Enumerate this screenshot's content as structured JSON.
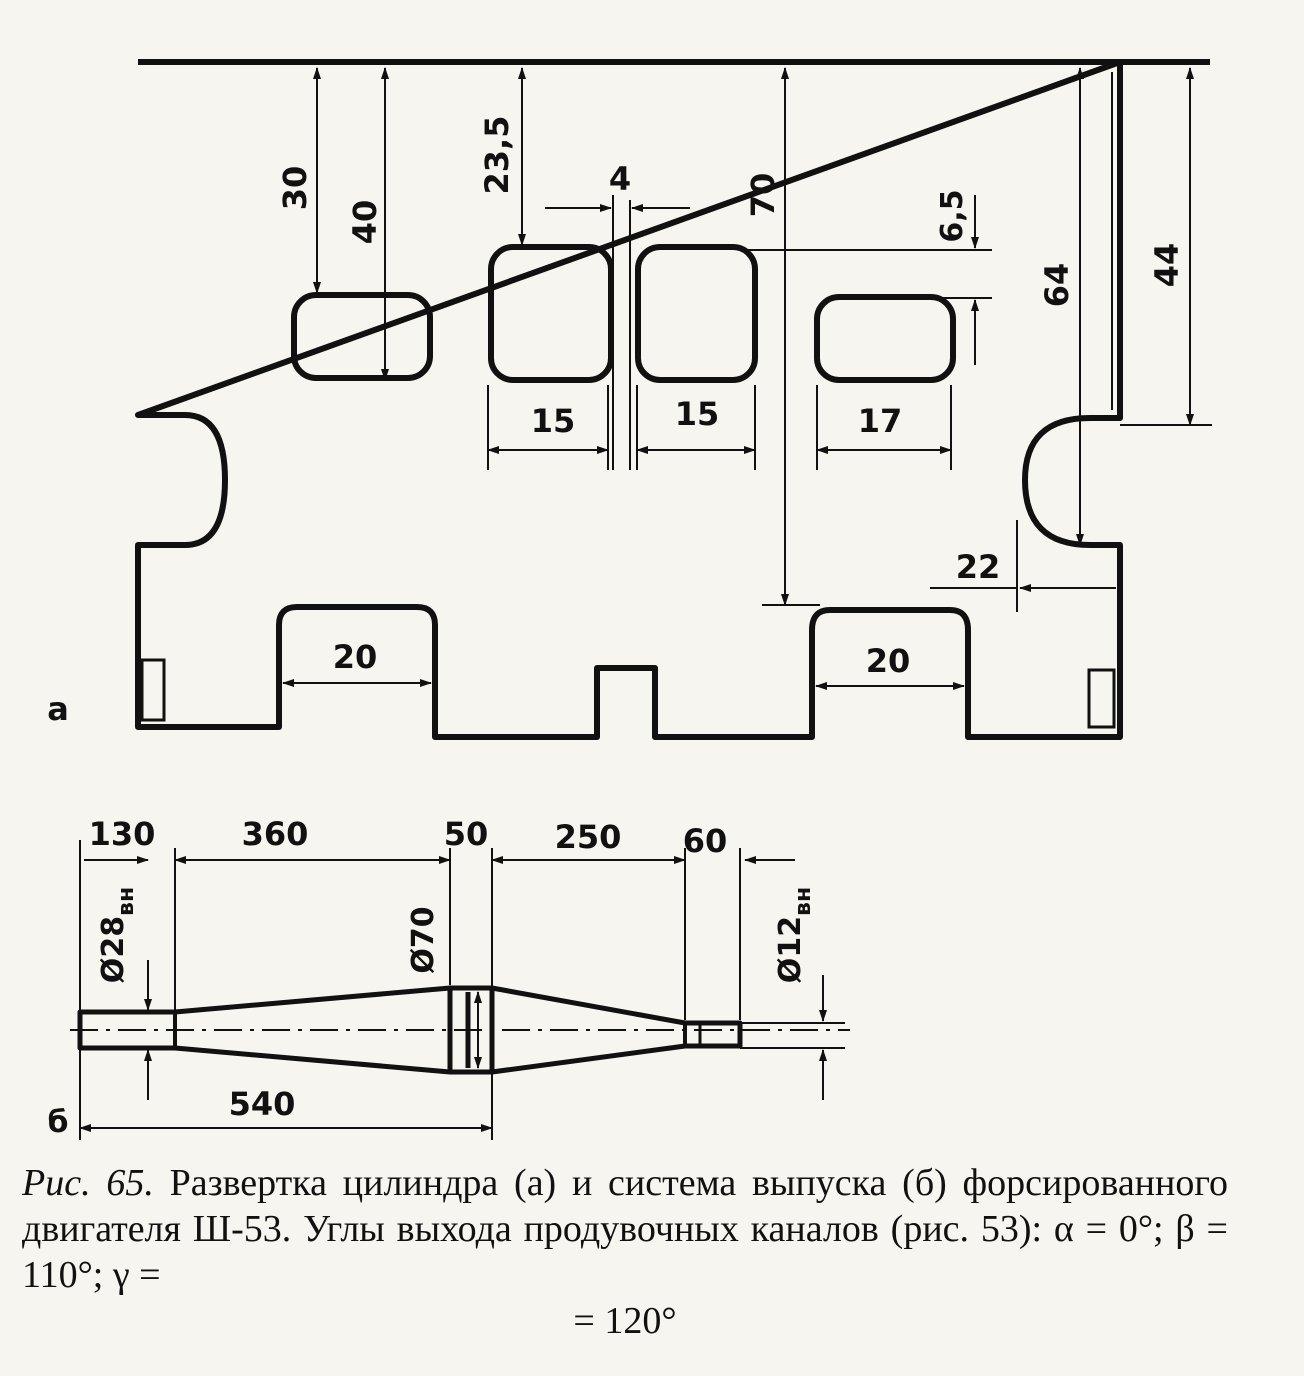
{
  "figure": {
    "part_a_label": "а",
    "part_b_label": "б",
    "part_a_dims": {
      "d30": "30",
      "d40": "40",
      "d23_5": "23,5",
      "d4": "4",
      "d70": "70",
      "d6_5": "6,5",
      "d64": "64",
      "d44": "44",
      "d15a": "15",
      "d15b": "15",
      "d17": "17",
      "d22": "22",
      "d20a": "20",
      "d20b": "20"
    },
    "part_b_dims": {
      "d130": "130",
      "d360": "360",
      "d50": "50",
      "d250": "250",
      "d60": "60",
      "d540": "540",
      "dia28_main": "Ø28",
      "dia28_sub": "вн",
      "dia70": "Ø70",
      "dia12_main": "Ø12",
      "dia12_sub": "вн"
    }
  },
  "caption": {
    "fig_label": "Рис. 65.",
    "text": "Развертка цилиндра (а) и система выпуска (б) форсированного двигателя Ш-53. Углы выхода продувочных каналов (рис. 53): α = 0°; β = 110°; γ =",
    "last_line": "= 120°"
  }
}
